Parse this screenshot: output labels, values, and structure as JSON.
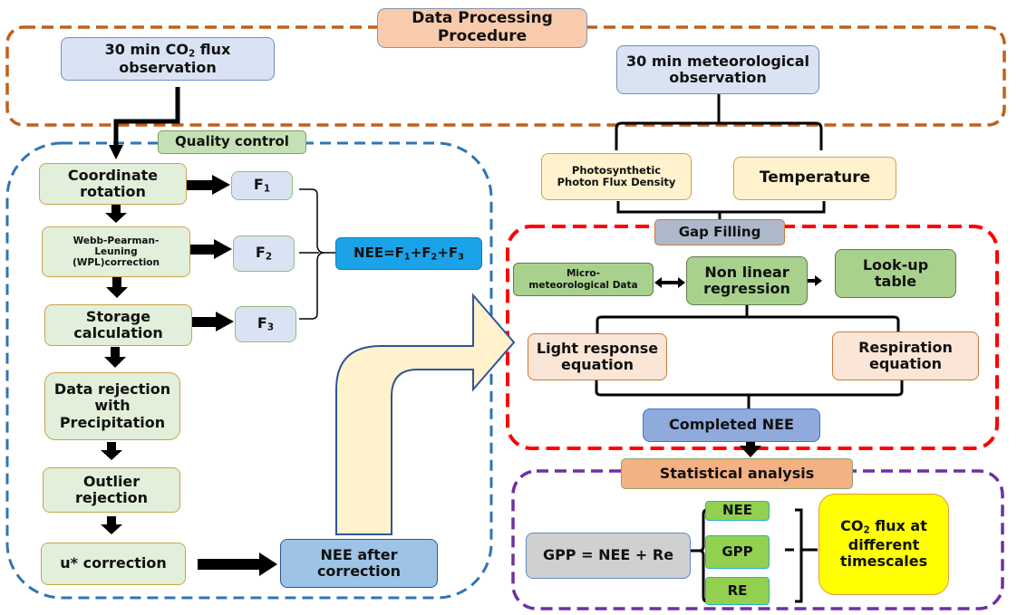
{
  "title": "Data Processing Procedure",
  "colors": {
    "outer_border": "#c0601a",
    "quality_border": "#2e75b6",
    "gap_border": "#ff0000",
    "stat_border": "#7030a0",
    "curved_arrow_fill": "#fff2cc",
    "curved_arrow_stroke": "#2f5597"
  },
  "observation": {
    "co2_flux": {
      "line1_pre": "30 min CO",
      "line1_sub": "2",
      "line1_post": " flux",
      "line2": "observation"
    },
    "meteorological": {
      "line1": "30 min meteorological",
      "line2": "observation"
    }
  },
  "meteo_inputs": {
    "ppfd": {
      "line1": "Photosynthetic",
      "line2": "Photon Flux Density"
    },
    "temperature": "Temperature"
  },
  "quality_control": {
    "label": "Quality control",
    "steps": [
      {
        "line1": "Coordinate",
        "line2": "rotation"
      },
      {
        "line1": "Webb-Pearman-",
        "line2": "Leuning",
        "line3": "(WPL)correction"
      },
      {
        "line1": "Storage",
        "line2": "calculation"
      },
      {
        "line1": "Data rejection",
        "line2": "with",
        "line3": "Precipitation"
      },
      {
        "line1": "Outlier",
        "line2": "rejection"
      },
      {
        "line1": "u* correction"
      }
    ],
    "fluxes": [
      {
        "base": "F",
        "sub": "1"
      },
      {
        "base": "F",
        "sub": "2"
      },
      {
        "base": "F",
        "sub": "3"
      }
    ],
    "nee_formula": {
      "p1": "NEE=F",
      "s1": "1",
      "p2": "+F",
      "s2": "2",
      "p3": "+F",
      "s3": "3"
    },
    "nee_after": {
      "line1": "NEE after",
      "line2": "correction"
    }
  },
  "gap_filling": {
    "label": "Gap Filling",
    "micro": {
      "line1": "Micro-",
      "line2": "meteorological Data"
    },
    "nonlinear": {
      "line1": "Non linear",
      "line2": "regression"
    },
    "lookup": {
      "line1": "Look-up",
      "line2": "table"
    },
    "light_response": {
      "line1": "Light response",
      "line2": "equation"
    },
    "respiration": {
      "line1": "Respiration",
      "line2": "equation"
    },
    "completed": "Completed NEE"
  },
  "statistical_analysis": {
    "label": "Statistical analysis",
    "equation": "GPP = NEE + Re",
    "items": [
      "NEE",
      "GPP",
      "RE"
    ],
    "result": {
      "line1_pre": "CO",
      "line1_sub": "2",
      "line1_post": " flux at",
      "line2": "different",
      "line3": "timescales"
    }
  }
}
